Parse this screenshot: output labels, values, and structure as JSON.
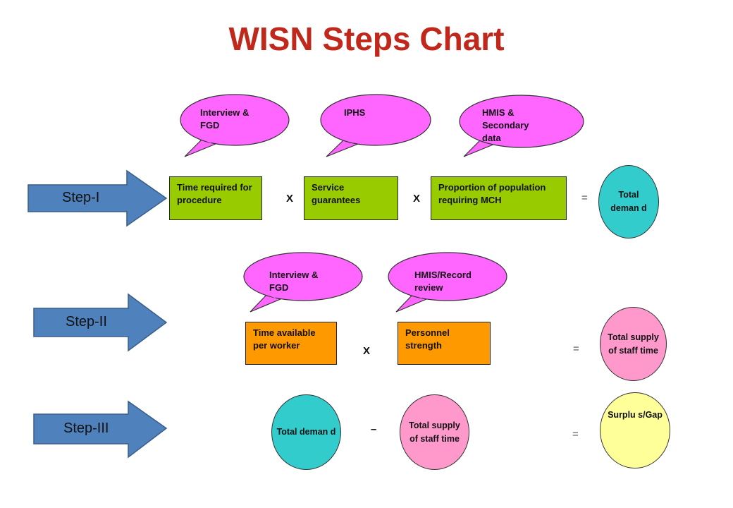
{
  "title": "WISN Steps Chart",
  "steps": {
    "step1": {
      "label": "Step-I",
      "bubbles": [
        "Interview & FGD",
        "IPHS",
        "HMIS & Secondary data"
      ],
      "boxes": [
        "Time required for procedure",
        "Service guarantees",
        "Proportion of population requiring MCH"
      ],
      "ops": [
        "X",
        "X"
      ],
      "equals": "=",
      "result": "Total deman d"
    },
    "step2": {
      "label": "Step-II",
      "bubbles": [
        "Interview & FGD",
        "HMIS/Record review"
      ],
      "boxes": [
        "Time available per worker",
        "Personnel strength"
      ],
      "ops": [
        "X"
      ],
      "equals": "=",
      "result": "Total supply of staff time"
    },
    "step3": {
      "label": "Step-III",
      "left": "Total deman d",
      "op": "–",
      "right": "Total supply of staff time",
      "equals": "=",
      "result": "Surplu s/Gap"
    }
  },
  "colors": {
    "title": "#c0281b",
    "arrow": "#4f81bd",
    "bubble": "#ff66ff",
    "green_box": "#99cc00",
    "orange_box": "#ff9900",
    "teal_circle": "#33cccc",
    "pink_circle": "#ff99cc",
    "yellow_circle": "#ffff99"
  }
}
